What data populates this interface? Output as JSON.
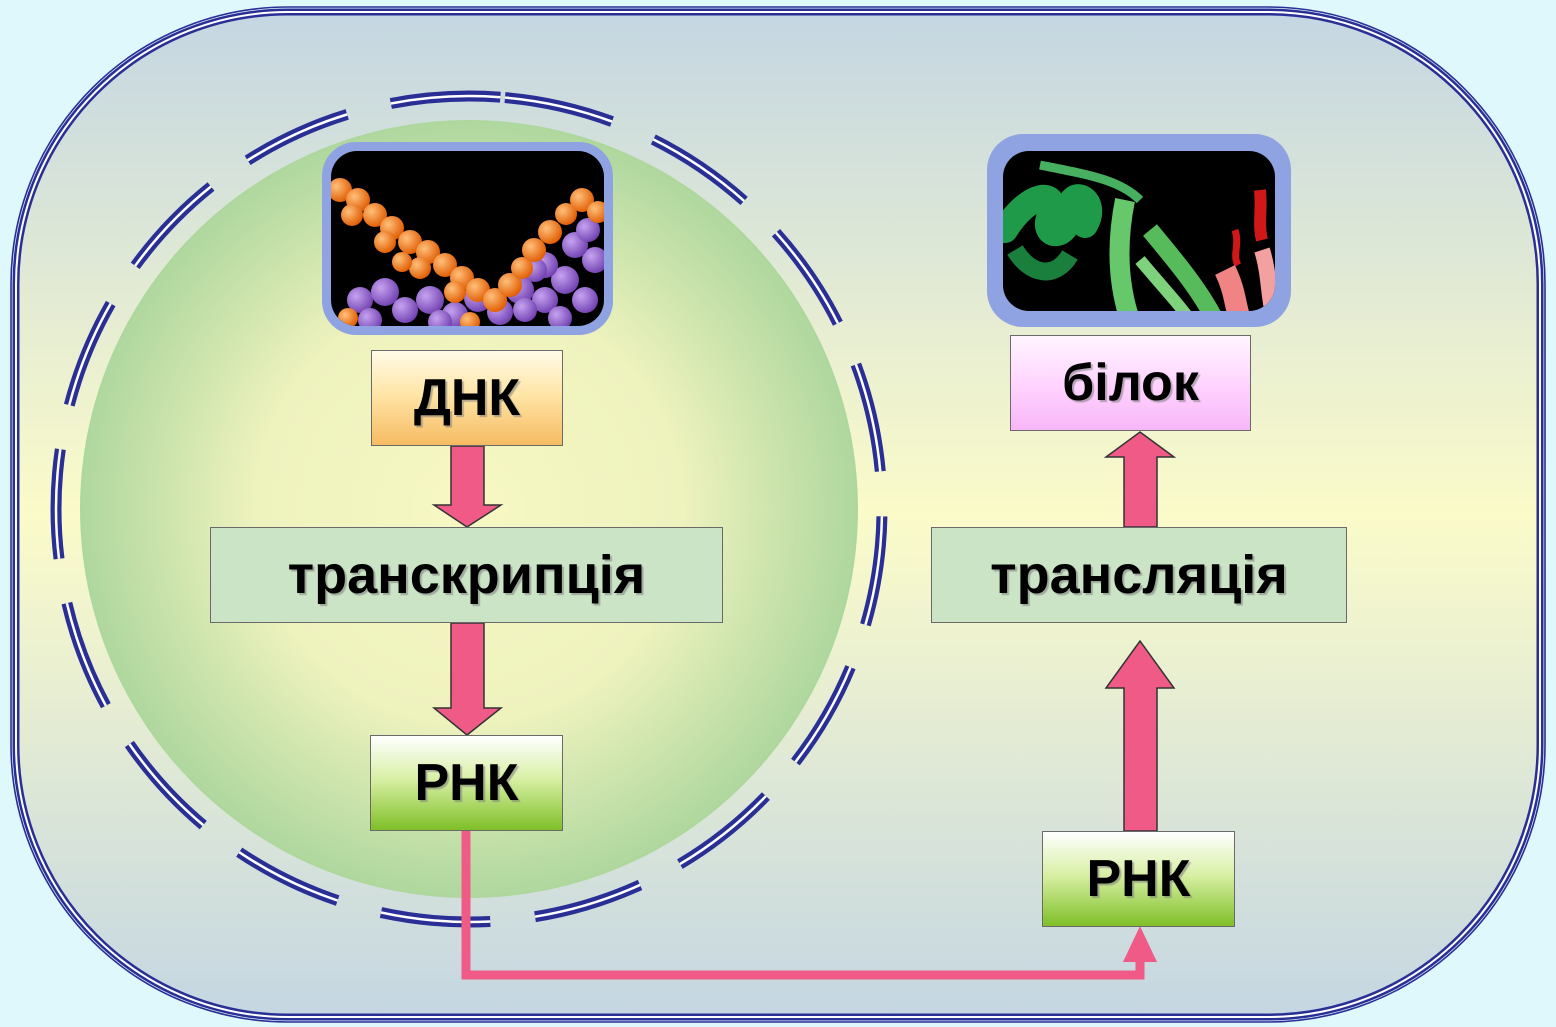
{
  "labels": {
    "dna": "ДНК",
    "transcription": "транскрипція",
    "rna_nucleus": "РНК",
    "rna_cytoplasm": "РНК",
    "translation": "трансляція",
    "protein": "білок"
  },
  "images": {
    "dna_model": "dna-space-filling-model",
    "protein_model": "protein-ribbon-model"
  },
  "colors": {
    "background": "#dff8fb",
    "cell_border": "#2a2f96",
    "nucleus_fill": "#b4dca4",
    "arrow": "#ef5a86",
    "picture_frame": "#8fa2e2",
    "dna_strand_a": "#f06a0a",
    "dna_strand_b": "#8f55c8",
    "protein_a": "#1f9a49",
    "protein_b": "#66c86a",
    "protein_c": "#f08484"
  }
}
